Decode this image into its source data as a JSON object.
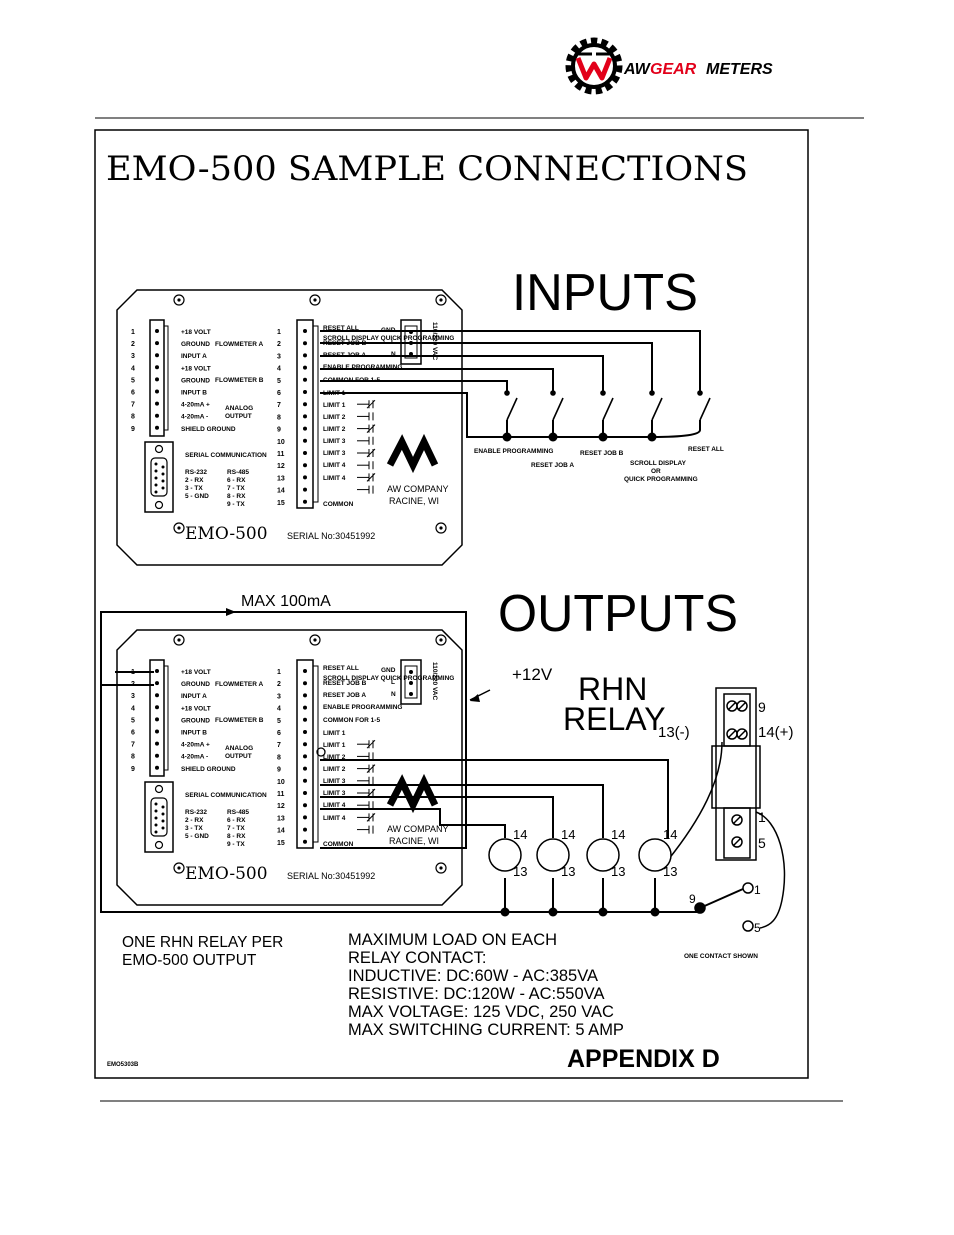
{
  "header": {
    "logo_text_aw": "AW",
    "logo_text_gear": "GEAR",
    "logo_text_meters": "METERS",
    "accent_color": "#e2001a"
  },
  "title": "EMO-500 SAMPLE CONNECTIONS",
  "inputs_title": "INPUTS",
  "outputs_title": "OUTPUTS",
  "panel": {
    "left_pins": [
      "1",
      "2",
      "3",
      "4",
      "5",
      "6",
      "7",
      "8",
      "9"
    ],
    "left_labels": [
      "+18 VOLT",
      "GROUND",
      "INPUT A",
      "+18 VOLT",
      "GROUND",
      "INPUT B",
      "4-20mA +",
      "4-20mA -",
      "SHIELD GROUND"
    ],
    "flowmeter_a": "FLOWMETER A",
    "flowmeter_b": "FLOWMETER B",
    "analog_output": "ANALOG OUTPUT",
    "serial_comm": "SERIAL COMMUNICATION",
    "rs232_title": "RS-232",
    "rs232_lines": [
      "2 - RX",
      "3 - TX",
      "5 - GND"
    ],
    "rs485_title": "RS-485",
    "rs485_lines": [
      "6 - RX",
      "7 - TX",
      "8 - RX",
      "9 - TX"
    ],
    "right_pins": [
      "1",
      "2",
      "3",
      "4",
      "5",
      "6",
      "7",
      "8",
      "9",
      "10",
      "11",
      "12",
      "13",
      "14",
      "15"
    ],
    "right_labels_top": [
      "RESET ALL",
      "SCROLL DISPLAY QUICK PROGRAMMING",
      "RESET JOB B",
      "RESET JOB A",
      "ENABLE PROGRAMMING",
      "COMMON FOR 1-5",
      "LIMIT 1",
      "LIMIT 1",
      "LIMIT 2",
      "LIMIT 2",
      "LIMIT 3",
      "LIMIT 3",
      "LIMIT 4",
      "LIMIT 4",
      "COMMON"
    ],
    "power_labels": [
      "GND",
      "L",
      "N"
    ],
    "power_rating": "110/220 VAC",
    "company": "AW COMPANY",
    "city": "RACINE, WI",
    "model": "EMO-500",
    "serial": "SERIAL No:30451992"
  },
  "inputs": {
    "switch_labels": [
      "ENABLE PROGRAMMING",
      "RESET JOB A",
      "RESET JOB B",
      "SCROLL DISPLAY OR QUICK PROGRAMMING",
      "RESET ALL"
    ]
  },
  "outputs": {
    "max_current": "MAX 100mA",
    "supply": "+12V",
    "relay_name_1": "RHN",
    "relay_name_2": "RELAY",
    "relay_terminal_13": "13(-)",
    "relay_terminal_14": "14(+)",
    "relay_terminal_9": "9",
    "relay_terminal_1": "1",
    "relay_terminal_5": "5",
    "coil_top": "14",
    "coil_bottom": "13",
    "contact_9": "9",
    "contact_1": "1",
    "contact_5": "5",
    "contact_note": "ONE CONTACT SHOWN",
    "note_left": [
      "ONE RHN RELAY PER",
      "EMO-500 OUTPUT"
    ],
    "note_right": [
      "MAXIMUM LOAD ON EACH",
      "RELAY CONTACT:",
      "INDUCTIVE: DC:60W - AC:385VA",
      "RESISTIVE: DC:120W - AC:550VA",
      "MAX VOLTAGE: 125 VDC, 250 VAC",
      "MAX SWITCHING CURRENT: 5 AMP"
    ]
  },
  "drawing_number": "EMO5303B",
  "appendix": "APPENDIX D"
}
